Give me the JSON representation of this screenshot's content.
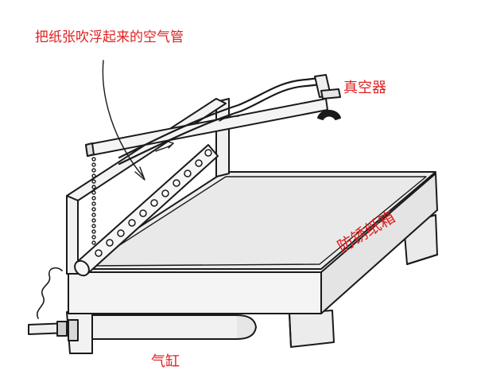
{
  "labels": {
    "air_pipe": "把纸张吹浮起来的空气管",
    "vacuum": "真空器",
    "box": "防锈纸箱",
    "cylinder": "气缸"
  },
  "colors": {
    "stroke": "#1a1a1a",
    "fill_top": "#eeeeee",
    "fill_side": "#e2e2e2",
    "fill_front": "#f3f3f3",
    "label": "#e02020"
  }
}
